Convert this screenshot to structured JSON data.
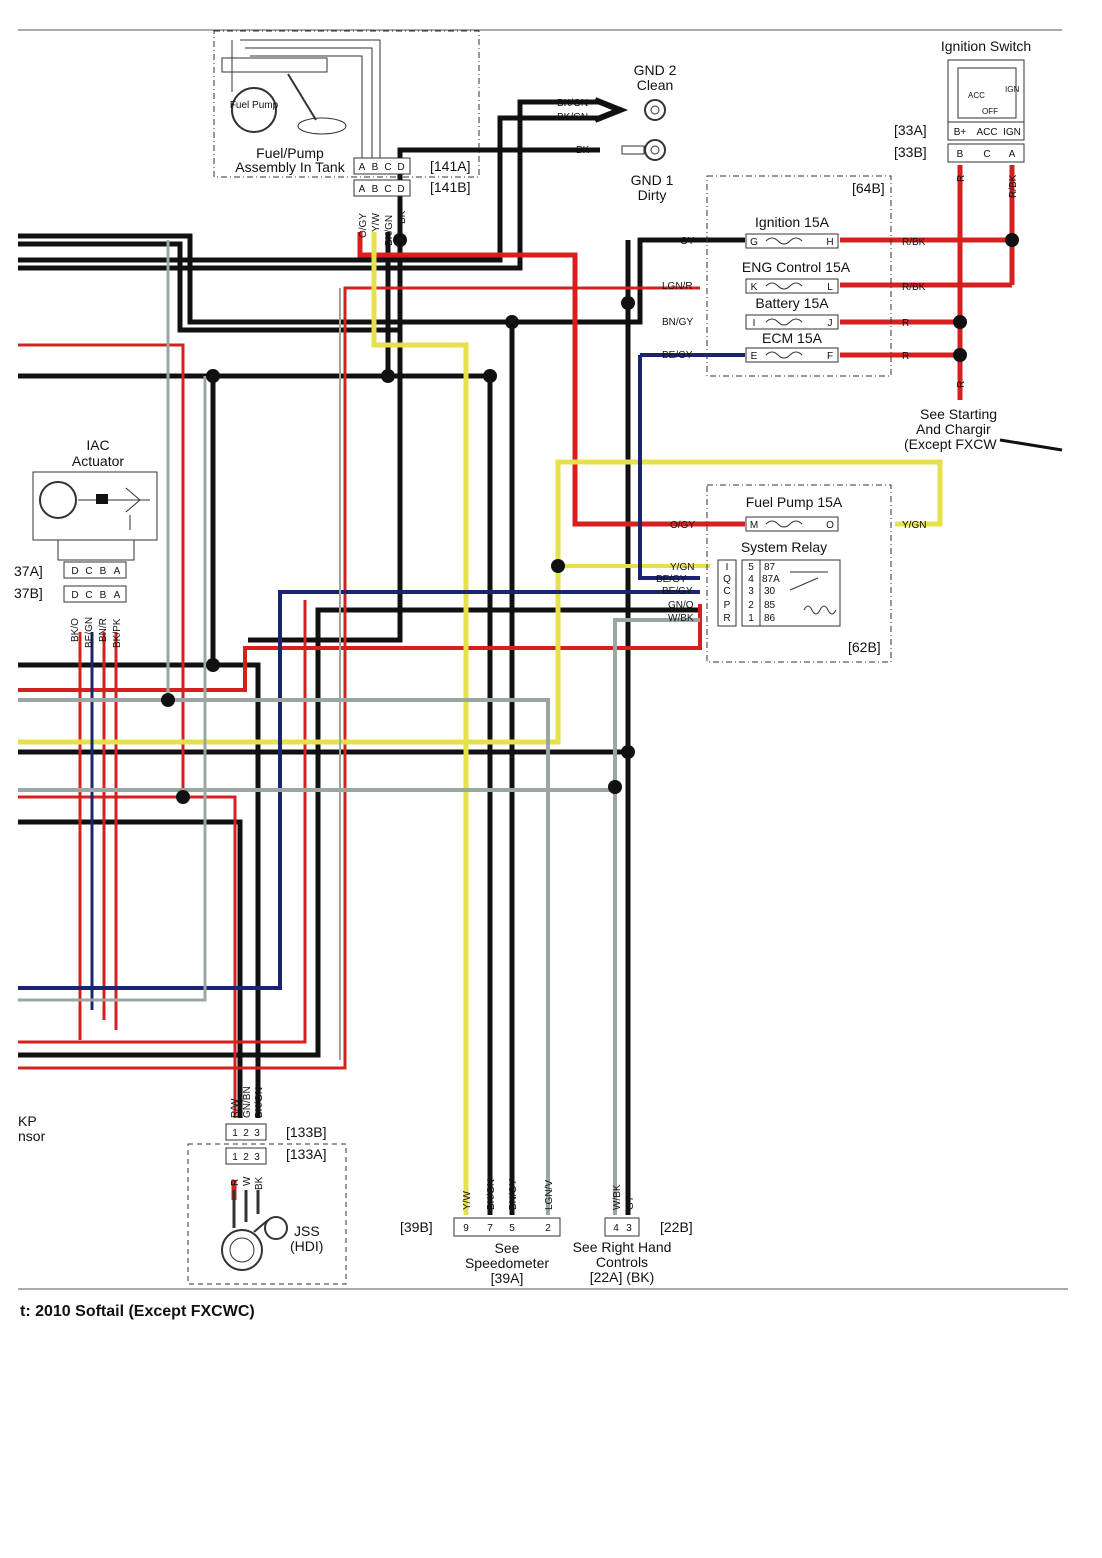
{
  "caption": "t: 2010 Softail (Except FXCWC)",
  "components": {
    "fuel_pump_label": "Fuel Pump",
    "fuel_pump_assembly": [
      "Fuel/Pump",
      "Assembly In Tank"
    ],
    "gnd2": [
      "GND 2",
      "Clean"
    ],
    "gnd1": [
      "GND 1",
      "Dirty"
    ],
    "ignition_switch": "Ignition Switch",
    "iac": [
      "IAC",
      "Actuator"
    ],
    "fuse_box_64b": "[64B]",
    "fuse_box_62b": "[62B]",
    "fuses": [
      "Ignition 15A",
      "ENG Control 15A",
      "Battery 15A",
      "ECM 15A",
      "Fuel Pump 15A"
    ],
    "system_relay": "System Relay",
    "starting_note": [
      "See Starting",
      "And Chargir",
      "(Except FXCW"
    ],
    "jss": [
      "JSS",
      "(HDI)"
    ],
    "speedometer": [
      "See",
      "Speedometer",
      "[39A]"
    ],
    "right_controls": [
      "See Right Hand",
      "Controls",
      "[22A] (BK)"
    ],
    "sensor_partial": [
      "KP",
      "nsor"
    ]
  },
  "connectors": {
    "c141a": "[141A]",
    "c141b": "[141B]",
    "c33a": "[33A]",
    "c33b": "[33B]",
    "c37a": "37A]",
    "c37b": "37B]",
    "c133b": "[133B]",
    "c133a": "[133A]",
    "c39b": "[39B]",
    "c22b": "[22B]",
    "pins_abcd": [
      "A",
      "B",
      "C",
      "D"
    ],
    "pins_dcba": [
      "D",
      "C",
      "B",
      "A"
    ],
    "pins_ign_top": [
      "B+",
      "ACC",
      "IGN"
    ],
    "pins_ign_bot": [
      "B",
      "C",
      "A"
    ],
    "pins_123": [
      "1",
      "2",
      "3"
    ],
    "pins_speedo": [
      "9",
      "7",
      "5",
      "2"
    ],
    "pins_22b": [
      "4",
      "3"
    ],
    "relay_letters": [
      "I",
      "Q",
      "C",
      "P",
      "R"
    ],
    "relay_nums": [
      "5",
      "4",
      "3",
      "2",
      "1"
    ],
    "relay_terms": [
      "87",
      "87A",
      "30",
      "85",
      "86"
    ],
    "fuse_pins": [
      [
        "G",
        "H"
      ],
      [
        "K",
        "L"
      ],
      [
        "I",
        "J"
      ],
      [
        "E",
        "F"
      ],
      [
        "M",
        "O"
      ]
    ],
    "switch_inner": [
      "ACC",
      "IGN",
      "OFF"
    ]
  },
  "wire_labels": {
    "bk_gn1": "BK/GN",
    "bk_gn2": "BK/GN",
    "bk": "BK",
    "gy": "GY",
    "lgn_r": "LGN/R",
    "bn_gy": "BN/GY",
    "be_gy": "BE/GY",
    "r_bk1": "R/BK",
    "r_bk2": "R/BK",
    "r1": "R",
    "r2": "R",
    "o_gy": "O/GY",
    "y_gn": "Y/GN",
    "y_gn_r": "Y/GN",
    "be_gy2": "BE/GY",
    "be_gy3": "BE/GY",
    "gn_o": "GN/O",
    "w_bk": "W/BK",
    "tank": [
      "O/GY",
      "Y/W",
      "BK/GN",
      "BK"
    ],
    "ign_r": "R",
    "ign_rbk": "R/BK",
    "r_down": "R",
    "iac": [
      "BK/O",
      "BE/GN",
      "BN/R",
      "BK/PK"
    ],
    "jss_top": [
      "R/W",
      "GN/BN",
      "BK/GN"
    ],
    "jss_bot": [
      "R",
      "W",
      "BK"
    ],
    "speedo": [
      "Y/W",
      "BK/GN",
      "BN/GY",
      "LGN/V"
    ],
    "controls": [
      "W/BK",
      "GY"
    ]
  }
}
